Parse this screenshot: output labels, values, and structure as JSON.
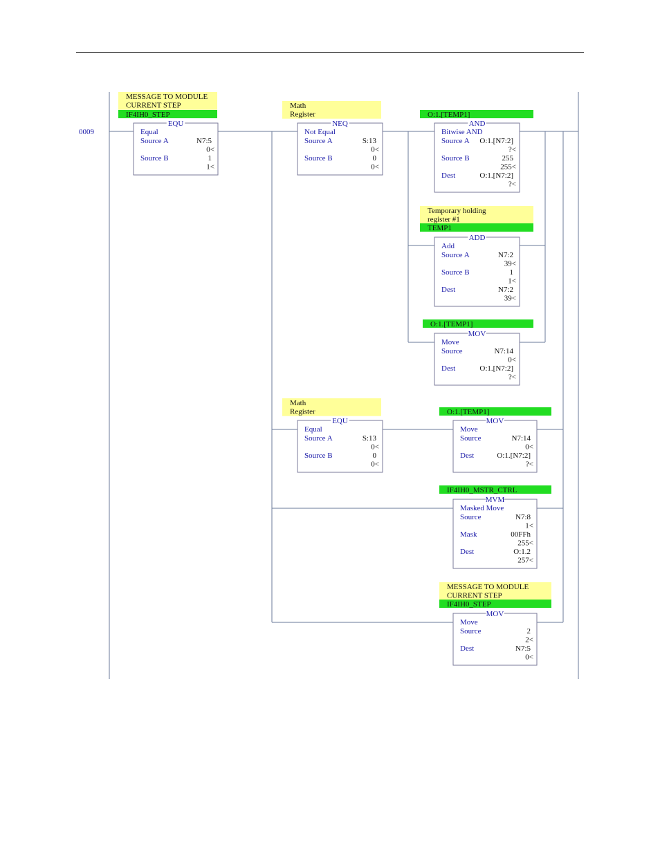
{
  "rung_number": "0009",
  "colors": {
    "comment_yellow": "#ffff99",
    "symbol_green": "#22dd22",
    "wire": "#6a7a9a",
    "box": "#7a7a9a",
    "text_blue": "#1a1aa8"
  },
  "instructions": {
    "equ1": {
      "title": "EQU",
      "name": "Equal",
      "comments": [
        "MESSAGE TO MODULE",
        "CURRENT STEP"
      ],
      "symbol": "IF4IH0_STEP",
      "rows": [
        {
          "label": "Source A",
          "value": "N7:5",
          "sub": "0<"
        },
        {
          "label": "Source B",
          "value": "1",
          "sub": "1<"
        }
      ]
    },
    "neq1": {
      "title": "NEQ",
      "name": "Not Equal",
      "comments": [
        "Math",
        "Register"
      ],
      "rows": [
        {
          "label": "Source A",
          "value": "S:13",
          "sub": "0<"
        },
        {
          "label": "Source B",
          "value": "0",
          "sub": "0<"
        }
      ]
    },
    "and1": {
      "title": "AND",
      "name": "Bitwise AND",
      "symbol": "O:1.[TEMP1]",
      "rows": [
        {
          "label": "Source A",
          "value": "O:1.[N7:2]",
          "sub": "?<"
        },
        {
          "label": "Source B",
          "value": "255",
          "sub": "255<"
        },
        {
          "label": "Dest",
          "value": "O:1.[N7:2]",
          "sub": "?<"
        }
      ]
    },
    "add1": {
      "title": "ADD",
      "name": "Add",
      "comments": [
        "Temporary holding",
        "register #1"
      ],
      "symbol": "TEMP1",
      "rows": [
        {
          "label": "Source A",
          "value": "N7:2",
          "sub": "39<"
        },
        {
          "label": "Source B",
          "value": "1",
          "sub": "1<"
        },
        {
          "label": "Dest",
          "value": "N7:2",
          "sub": "39<"
        }
      ]
    },
    "mov1": {
      "title": "MOV",
      "name": "Move",
      "symbol": "O:1.[TEMP1]",
      "rows": [
        {
          "label": "Source",
          "value": "N7:14",
          "sub": "0<"
        },
        {
          "label": "Dest",
          "value": "O:1.[N7:2]",
          "sub": "?<"
        }
      ]
    },
    "equ2": {
      "title": "EQU",
      "name": "Equal",
      "comments": [
        "Math",
        "Register"
      ],
      "rows": [
        {
          "label": "Source A",
          "value": "S:13",
          "sub": "0<"
        },
        {
          "label": "Source B",
          "value": "0",
          "sub": "0<"
        }
      ]
    },
    "mov2": {
      "title": "MOV",
      "name": "Move",
      "symbol": "O:1.[TEMP1]",
      "rows": [
        {
          "label": "Source",
          "value": "N7:14",
          "sub": "0<"
        },
        {
          "label": "Dest",
          "value": "O:1.[N7:2]",
          "sub": "?<"
        }
      ]
    },
    "mvm1": {
      "title": "MVM",
      "name": "Masked Move",
      "symbol": "IF4IH0_MSTR_CTRL",
      "rows": [
        {
          "label": "Source",
          "value": "N7:8",
          "sub": "1<"
        },
        {
          "label": "Mask",
          "value": "00FFh",
          "sub": "255<"
        },
        {
          "label": "Dest",
          "value": "O:1.2",
          "sub": "257<"
        }
      ]
    },
    "mov3": {
      "title": "MOV",
      "name": "Move",
      "comments": [
        "MESSAGE TO MODULE",
        "CURRENT STEP"
      ],
      "symbol": "IF4IH0_STEP",
      "rows": [
        {
          "label": "Source",
          "value": "2",
          "sub": "2<"
        },
        {
          "label": "Dest",
          "value": "N7:5",
          "sub": "0<"
        }
      ]
    }
  }
}
